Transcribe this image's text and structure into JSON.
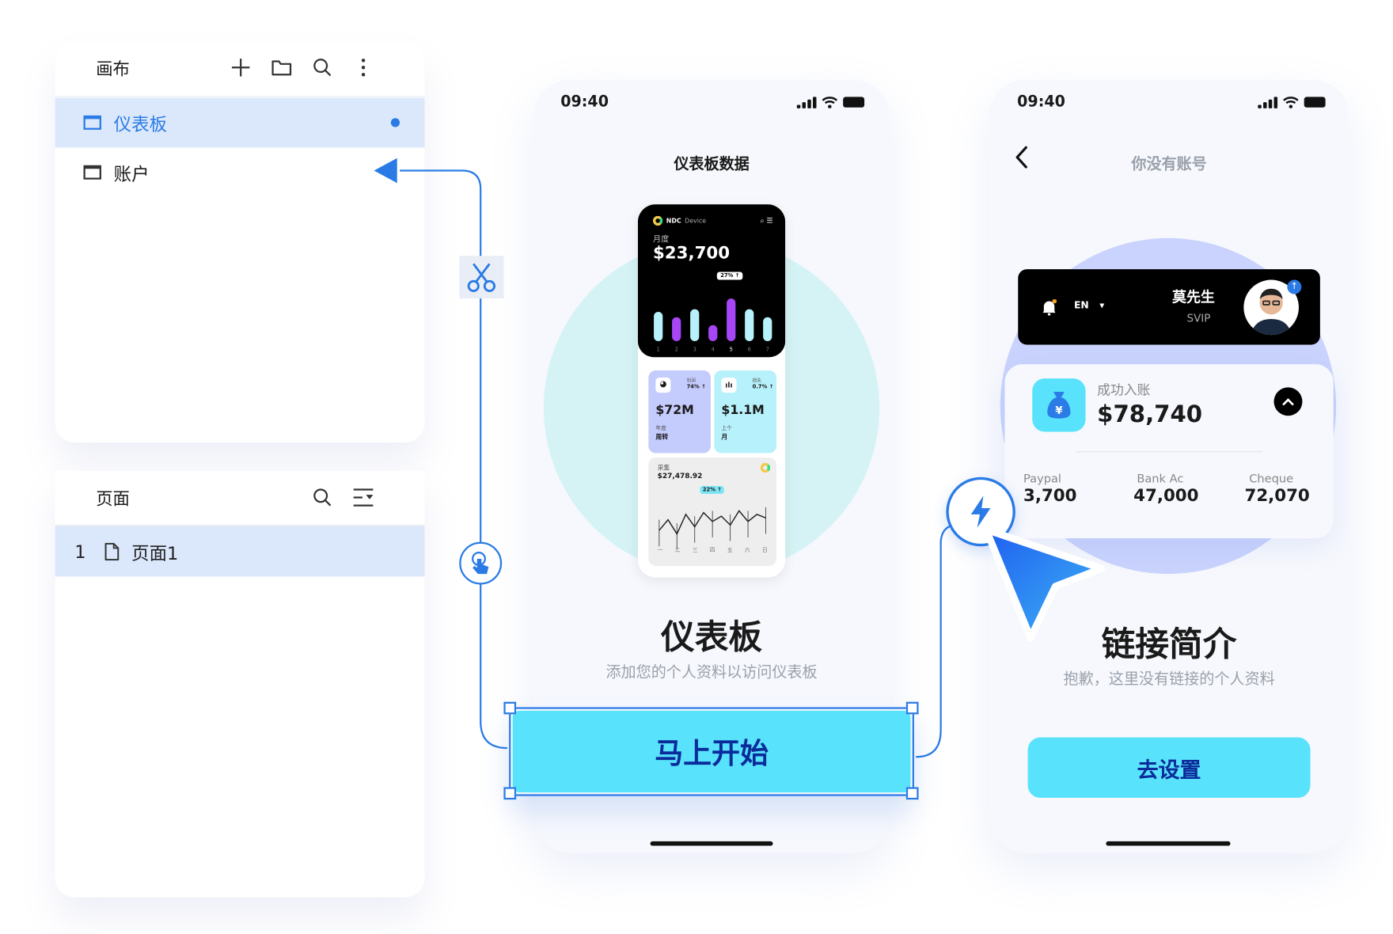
{
  "canvas_panel": {
    "title": "画布",
    "items": [
      {
        "label": "仪表板"
      },
      {
        "label": "账户"
      }
    ]
  },
  "pages_panel": {
    "title": "页面",
    "items": [
      {
        "index": "1",
        "label": "页面1"
      }
    ]
  },
  "phone1": {
    "time": "09:40",
    "header": "仪表板数据",
    "mini": {
      "brand": "NDC",
      "brand_sub": "Device",
      "period": "月度",
      "amount": "$23,700",
      "badge": "27% ↑",
      "bar_labels": [
        "1",
        "2",
        "3",
        "4",
        "5",
        "6",
        "7"
      ],
      "card1": {
        "small": "利润",
        "pct": "74% ↑",
        "value": "$72M",
        "l1": "年度",
        "l2": "周转"
      },
      "card2": {
        "small": "损失",
        "pct": "0.7% ↑",
        "value": "$1.1M",
        "l1": "上个",
        "l2": "月"
      },
      "card3": {
        "title": "采集",
        "amount": "$27,478.92",
        "badge": "22% ↑",
        "days": [
          "一",
          "二",
          "三",
          "四",
          "五",
          "六",
          "日"
        ]
      }
    },
    "title": "仪表板",
    "subtitle": "添加您的个人资料以访问仪表板",
    "cta": "马上开始"
  },
  "phone2": {
    "time": "09:40",
    "header": "你没有账号",
    "lang": "EN",
    "name": "莫先生",
    "level": "SVIP",
    "balance_label": "成功入账",
    "balance": "$78,740",
    "accounts": [
      {
        "label": "Paypal",
        "value": "3,700"
      },
      {
        "label": "Bank Ac",
        "value": "47,000"
      },
      {
        "label": "Cheque",
        "value": "72,070"
      }
    ],
    "title": "链接简介",
    "subtitle": "抱歉，这里没有链接的个人资料",
    "cta": "去设置"
  },
  "colors": {
    "accent": "#2a7be6",
    "cyan": "#58e2fb",
    "navy": "#0b2b9b",
    "purple": "#a646f5"
  }
}
